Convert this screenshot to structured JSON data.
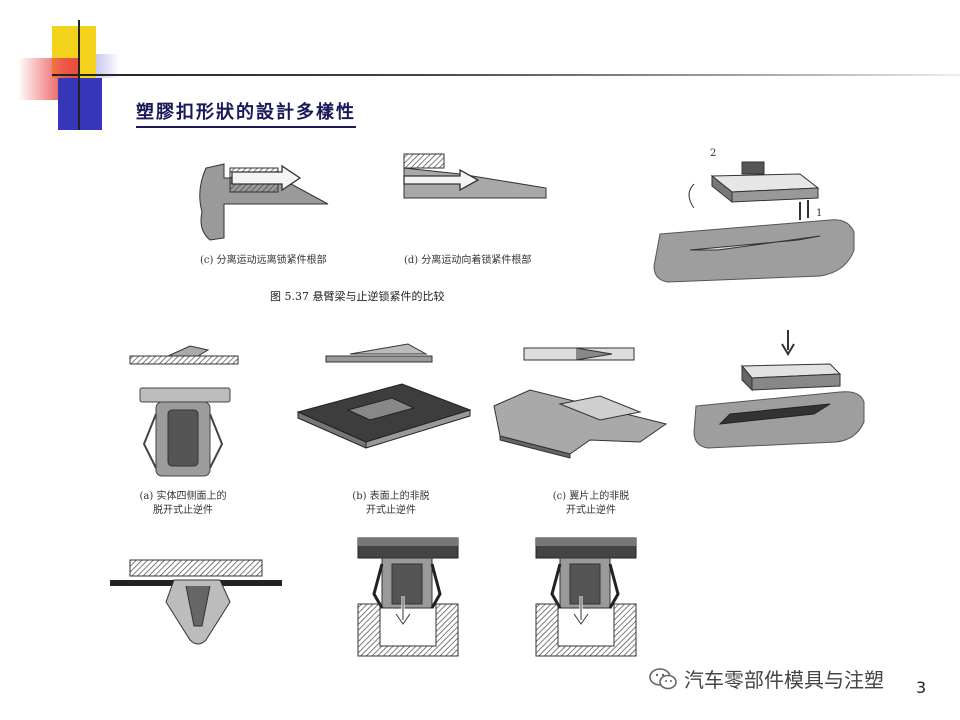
{
  "slide": {
    "title": "塑膠扣形狀的設計多樣性",
    "page_number": "3"
  },
  "top_figure": {
    "caption_c": "(c) 分离运动远离锁紧件根部",
    "caption_d": "(d) 分离运动向着锁紧件根部",
    "figure_caption": "图 5.37    悬臂梁与止逆锁紧件的比较"
  },
  "right_figure": {
    "label_2": "2",
    "label_1": "1"
  },
  "middle_figure": {
    "caption_a_line1": "(a) 实体四侧面上的",
    "caption_a_line2": "脱开式止逆件",
    "caption_b_line1": "(b) 表面上的非脱",
    "caption_b_line2": "开式止逆件",
    "caption_c_line1": "(c) 翼片上的非脱",
    "caption_c_line2": "开式止逆件"
  },
  "watermark": {
    "text": "汽车零部件模具与注塑",
    "icon": "wechat-icon"
  },
  "colors": {
    "title": "#1a1a5a",
    "deco_yellow": "#f2d21b",
    "deco_red": "#e83a3a",
    "deco_blue": "#3636b8"
  }
}
